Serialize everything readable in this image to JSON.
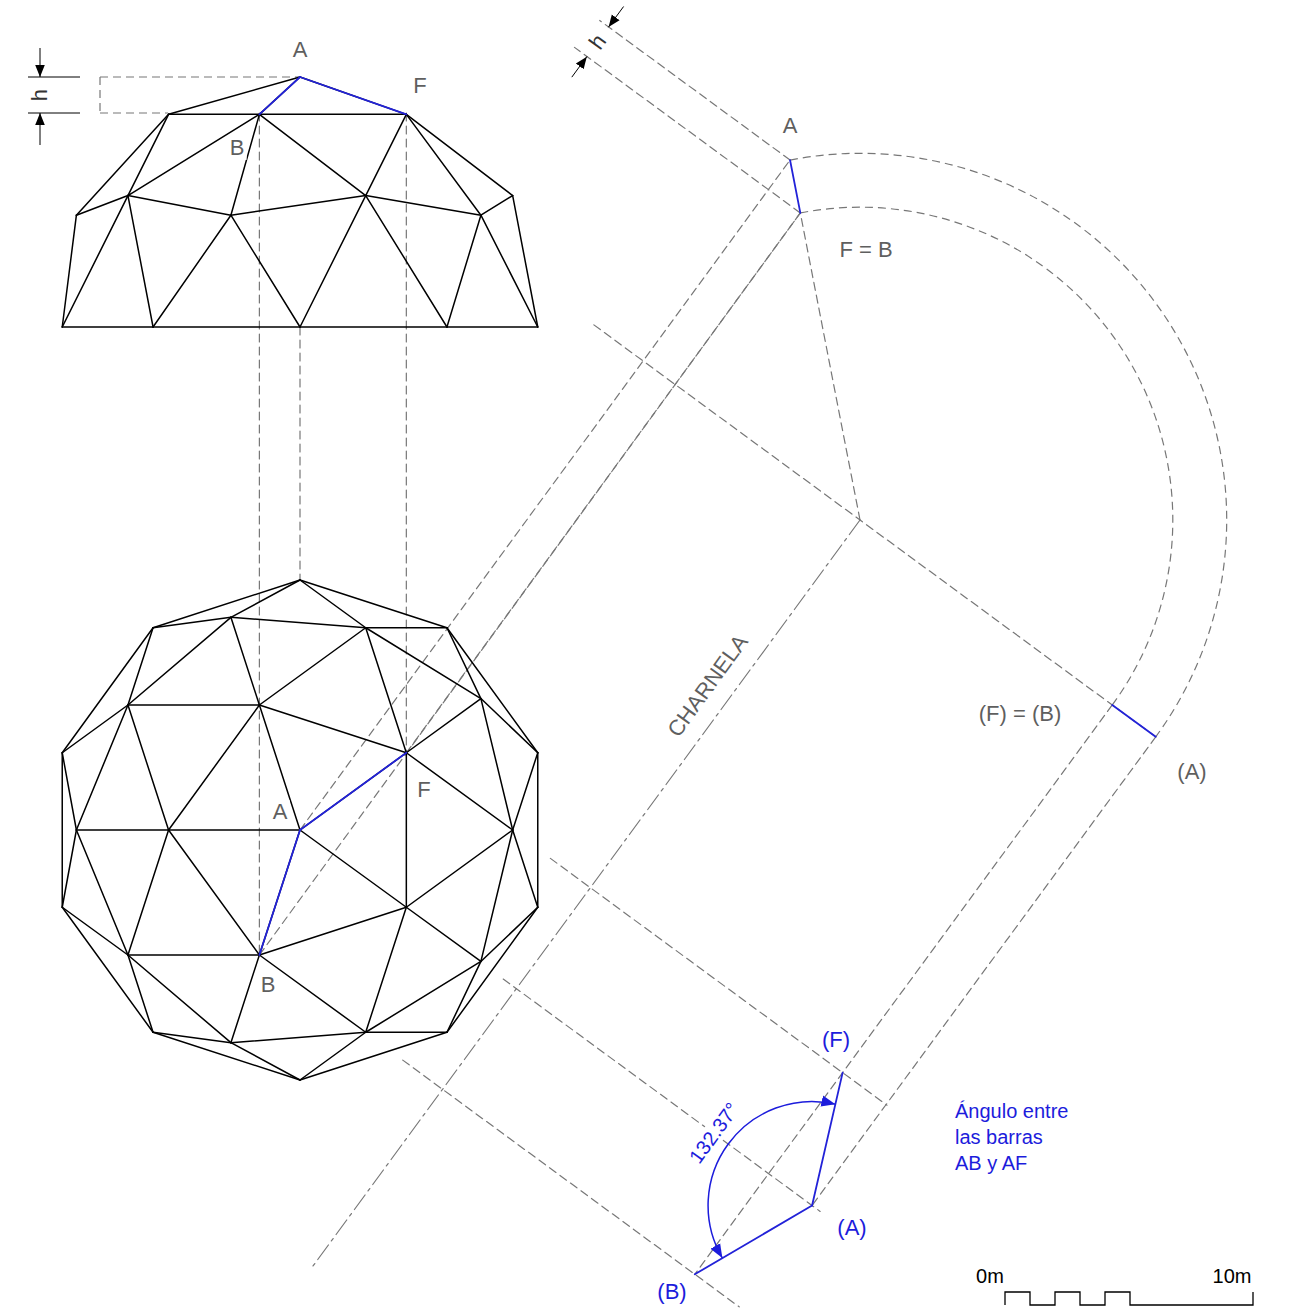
{
  "diagram": {
    "labels": [
      "A",
      "F",
      "h",
      "B",
      "h",
      "A",
      "F = B",
      "(F) = (B)",
      "(A)",
      "A",
      "F",
      "B",
      "CHARNELA",
      "(F)",
      "132.37°",
      "(A)",
      "(B)",
      "Ángulo entre las barras AB y AF",
      "0m",
      "10m"
    ]
  }
}
